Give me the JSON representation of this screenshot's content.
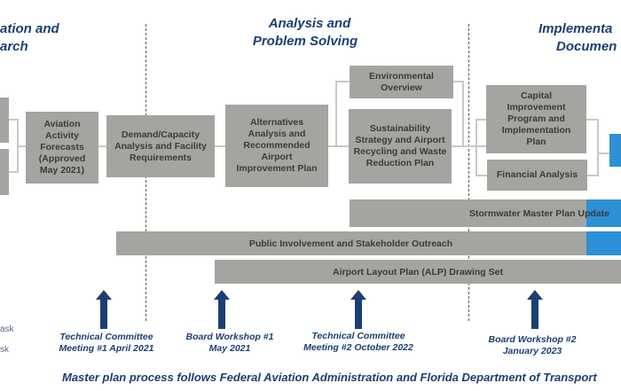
{
  "phases": {
    "left": [
      "ation and",
      "arch"
    ],
    "middle": [
      "Analysis and",
      "Problem Solving"
    ],
    "right": [
      "Implementa",
      "Documen"
    ]
  },
  "boxes": {
    "aviation_forecasts": "Aviation Activity Forecasts (Approved May 2021)",
    "demand_capacity": "Demand/Capacity Analysis and Facility Requirements",
    "alternatives": "Alternatives Analysis and Recommended Airport Improvement Plan",
    "environmental": "Environmental Overview",
    "sustainability": "Sustainability Strategy and Airport Recycling and Waste Reduction Plan",
    "capital_improvement": "Capital Improvement Program and Implementation Plan",
    "financial": "Financial Analysis"
  },
  "bars": {
    "stormwater": "Stormwater Master Plan Update",
    "public_involvement": "Public Involvement and Stakeholder Outreach",
    "alp": "Airport Layout Plan (ALP) Drawing Set"
  },
  "milestones": [
    {
      "line1": "Technical Committee",
      "line2": "Meeting #1 April 2021"
    },
    {
      "line1": "Board Workshop #1",
      "line2": "May 2021"
    },
    {
      "line1": "Technical Committee",
      "line2": "Meeting #2 October 2022"
    },
    {
      "line1": "Board Workshop #2",
      "line2": "January 2023"
    }
  ],
  "legend": [
    "ask",
    "sk"
  ],
  "footer": "Master plan process follows Federal Aviation Administration and Florida Department of Transport",
  "colors": {
    "gray_box": "#a3a6a0",
    "blue": "#2d8fd5",
    "navy": "#1b3f72"
  }
}
